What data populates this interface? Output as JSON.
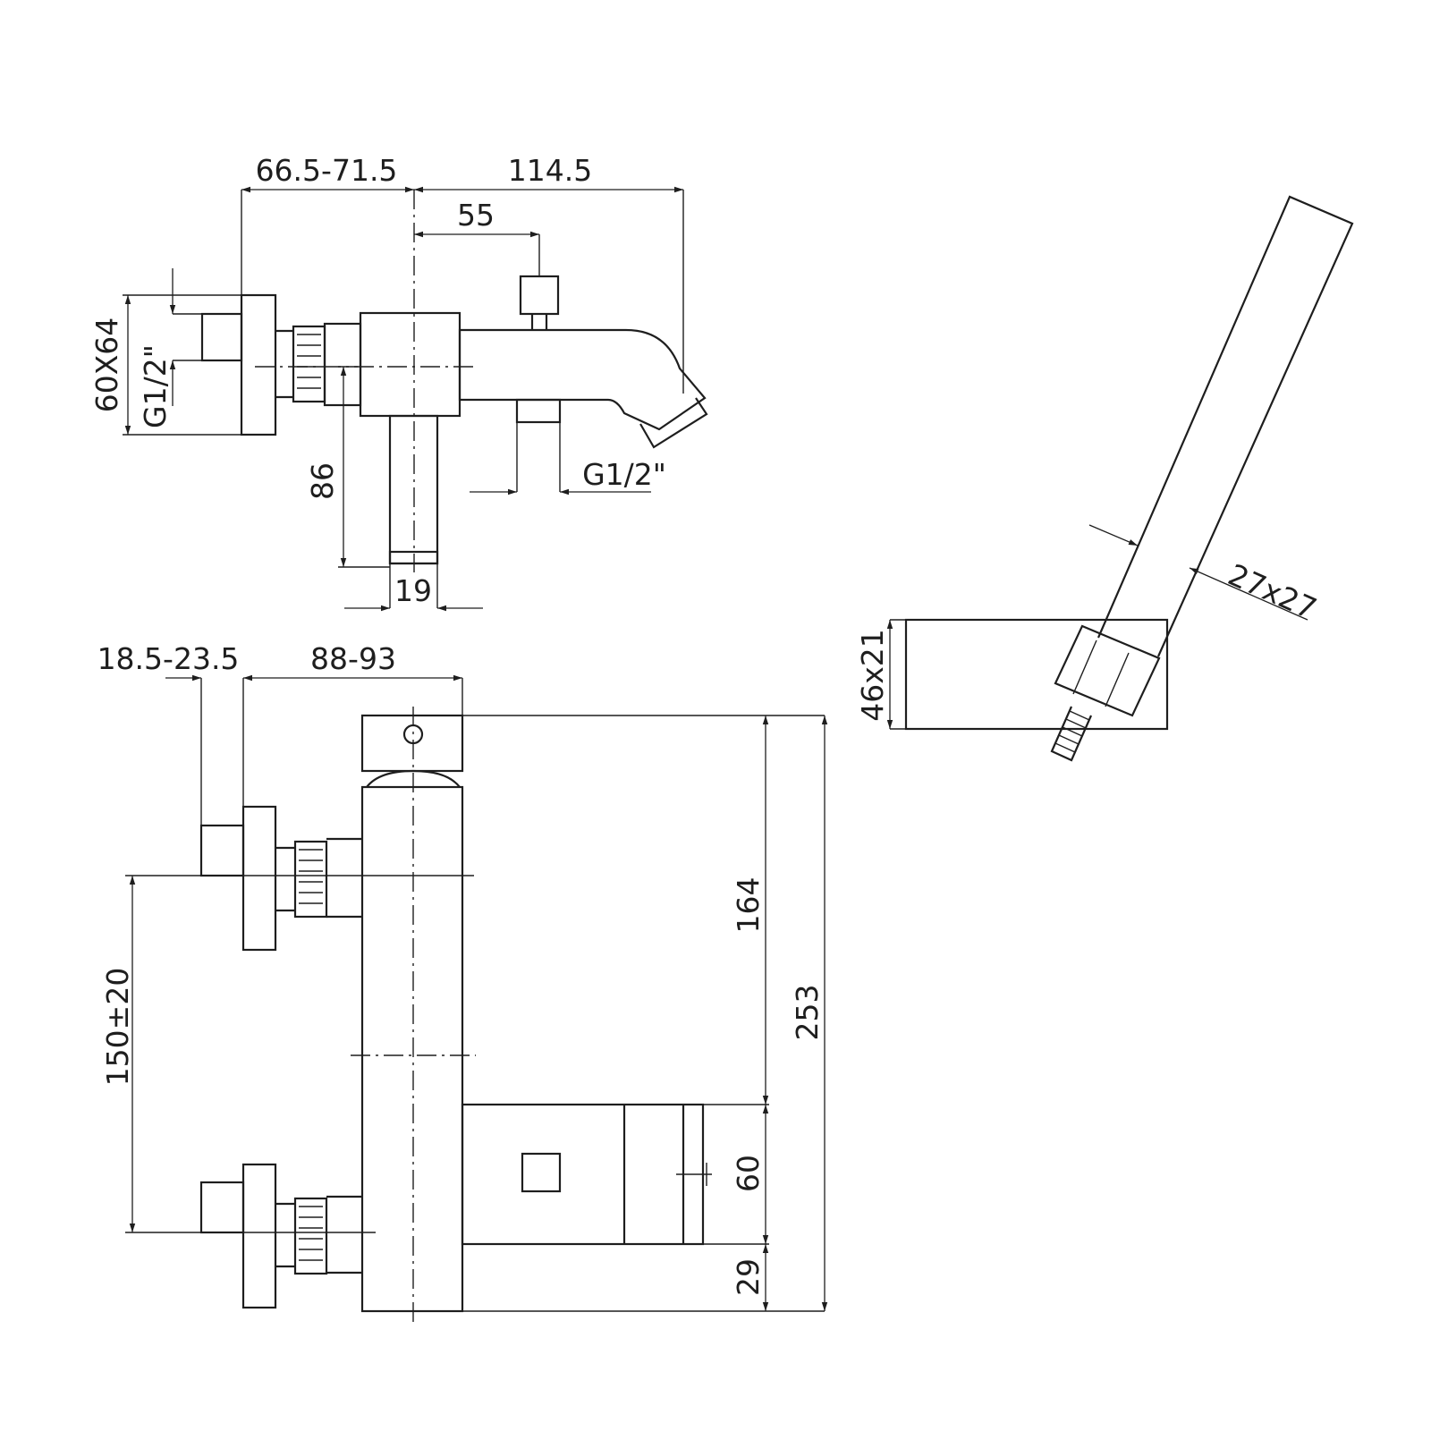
{
  "dims": {
    "top_offset": "66.5-71.5",
    "spout_length": "114.5",
    "diverter_offset": "55",
    "connector_size": "60X64",
    "inlet_thread": "G1/2\"",
    "spout_height": "86",
    "bottom_thread": "G1/2\"",
    "spout_width": "19",
    "eccentric_range": "18.5-23.5",
    "body_depth": "88-93",
    "upper_height": "164",
    "total_height": "253",
    "inlet_spacing": "150±20",
    "handle_height": "60",
    "base_height": "29",
    "handshower_section": "27x27",
    "holder_size": "46x21"
  }
}
